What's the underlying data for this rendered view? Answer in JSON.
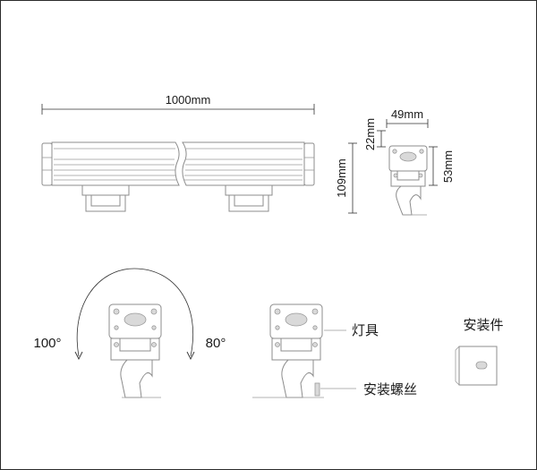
{
  "dimensions": {
    "length": "1000mm",
    "width": "49mm",
    "top_height": "22mm",
    "total_height": "109mm",
    "body_height": "53mm"
  },
  "angles": {
    "left": "100°",
    "right": "80°"
  },
  "labels": {
    "fixture": "灯具",
    "mounting_screw": "安装螺丝",
    "mounting_part": "安装件"
  }
}
